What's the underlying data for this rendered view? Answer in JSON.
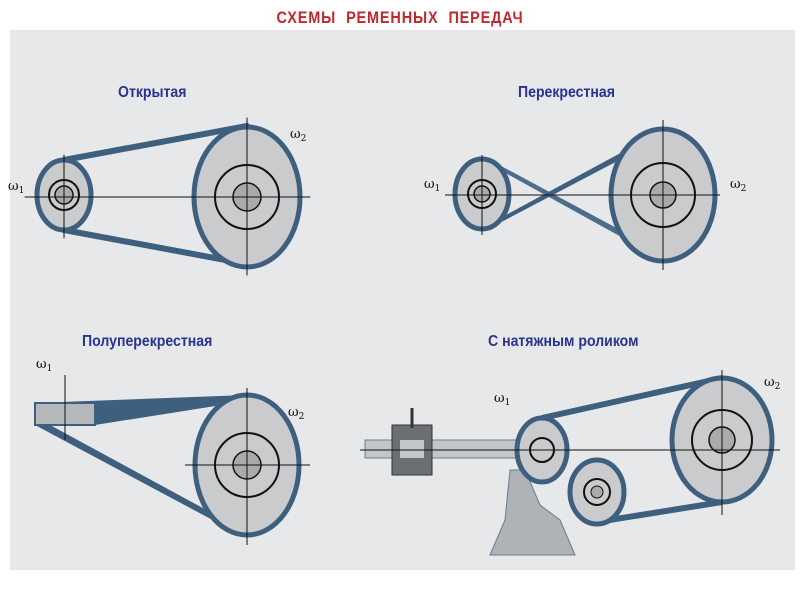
{
  "title": "СХЕМЫ РЕМЕННЫХ ПЕРЕДАЧ",
  "schemes": [
    {
      "label": "Открытая"
    },
    {
      "label": "Перекрестная"
    },
    {
      "label": "Полуперекрестная"
    },
    {
      "label": "С натяжным роликом"
    }
  ],
  "symbols": {
    "omega1": "ω",
    "omega2": "ω",
    "sub1": "1",
    "sub2": "2"
  },
  "colors": {
    "title": "#c0282d",
    "label": "#2b3290",
    "belt": "#3e5f7e",
    "pulley": "#c9cbcd"
  }
}
